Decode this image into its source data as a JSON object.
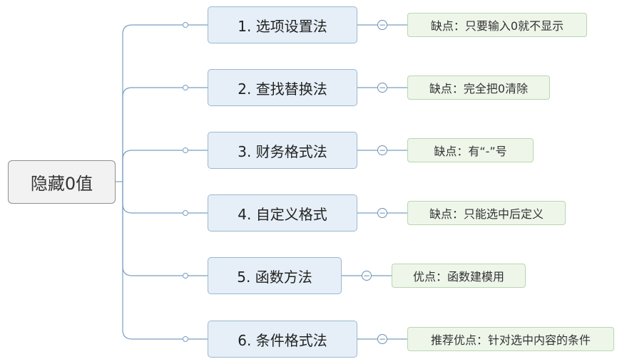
{
  "root": {
    "label": "隐藏0值"
  },
  "branches": [
    {
      "label": "1. 选项设置法",
      "note": "缺点：只要输入0就不显示"
    },
    {
      "label": "2. 查找替换法",
      "note": "缺点：完全把0清除"
    },
    {
      "label": "3. 财务格式法",
      "note": "缺点：有“-”号"
    },
    {
      "label": "4. 自定义格式",
      "note": "缺点：只能选中后定义"
    },
    {
      "label": "5. 函数方法",
      "note": "优点：函数建模用"
    },
    {
      "label": "6. 条件格式法",
      "note": "推荐优点：针对选中内容的条件"
    }
  ],
  "collapse_symbol": "−",
  "colors": {
    "connector": "#7a9fc2",
    "branch_fill": "#e6eff7",
    "note_fill": "#eef6ea"
  }
}
